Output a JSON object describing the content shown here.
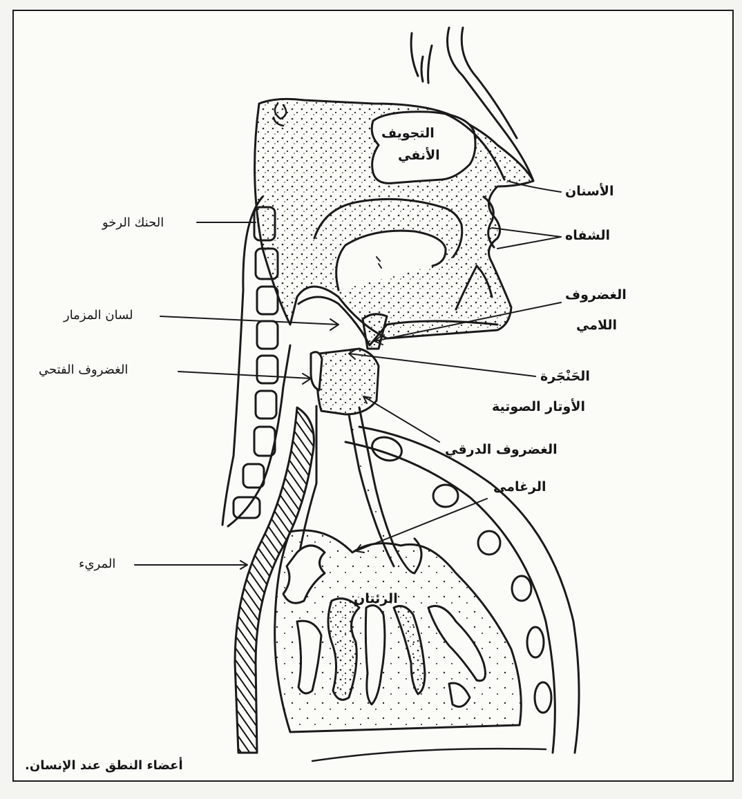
{
  "labels": {
    "nasal_cavity_1": "التجويف",
    "nasal_cavity_2": "الأنفي",
    "teeth": "الأسنان",
    "soft_palate": "الحنك الرخو",
    "lips": "الشفاه",
    "hyoid_1": "الغضروف",
    "hyoid_2": "اللامي",
    "epiglottis": "لسان المزمار",
    "larynx": "الحَنْجَرة",
    "arytenoid": "الغضروف الفتحي",
    "vocal_cords": "الأوتار الصوتية",
    "thyroid": "الغضروف الدرقي",
    "trachea": "الرغامى",
    "esophagus": "المريء",
    "lungs": "الرئتان"
  },
  "caption": "أعضاء النطق عند الإنسان."
}
